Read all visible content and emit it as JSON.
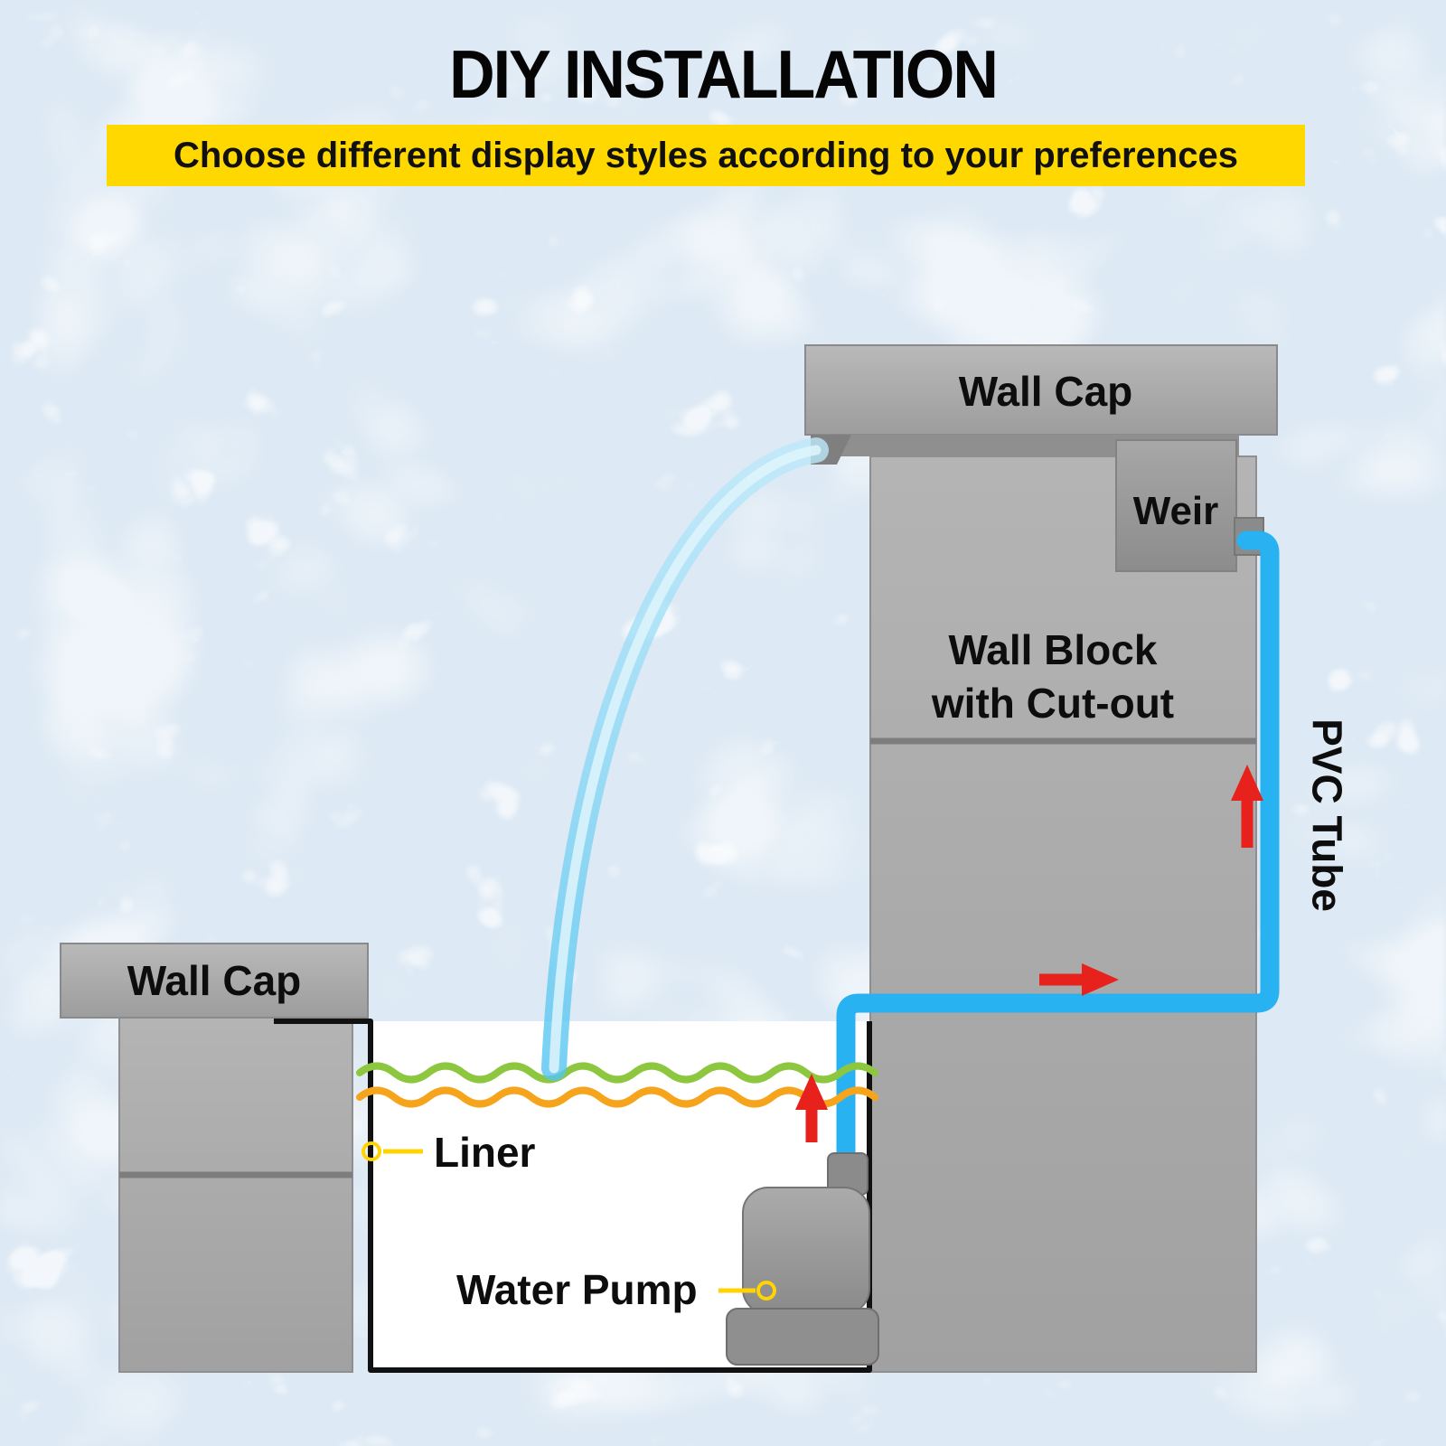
{
  "title": "DIY INSTALLATION",
  "subtitle": "Choose different display styles according to your preferences",
  "labels": {
    "wall_cap_right": "Wall Cap",
    "weir": "Weir",
    "wall_block_line1": "Wall Block",
    "wall_block_line2": "with Cut-out",
    "pvc_tube": "PVC Tube",
    "wall_cap_left": "Wall Cap",
    "liner": "Liner",
    "water_pump": "Water Pump"
  },
  "colors": {
    "background": "#dde9f4",
    "banner_bg": "#ffd800",
    "text_black": "#101010",
    "wall_gray": "#ababab",
    "wall_seam_gray": "#7d7d7d",
    "tube_blue": "#29b2f1",
    "arrow_red": "#e7211b",
    "wave_green": "#8dc63f",
    "wave_orange": "#f7a41d",
    "liner_black": "#111111",
    "marker_yellow": "#ffd400",
    "water_arc_blue": "#7fd4f4"
  }
}
